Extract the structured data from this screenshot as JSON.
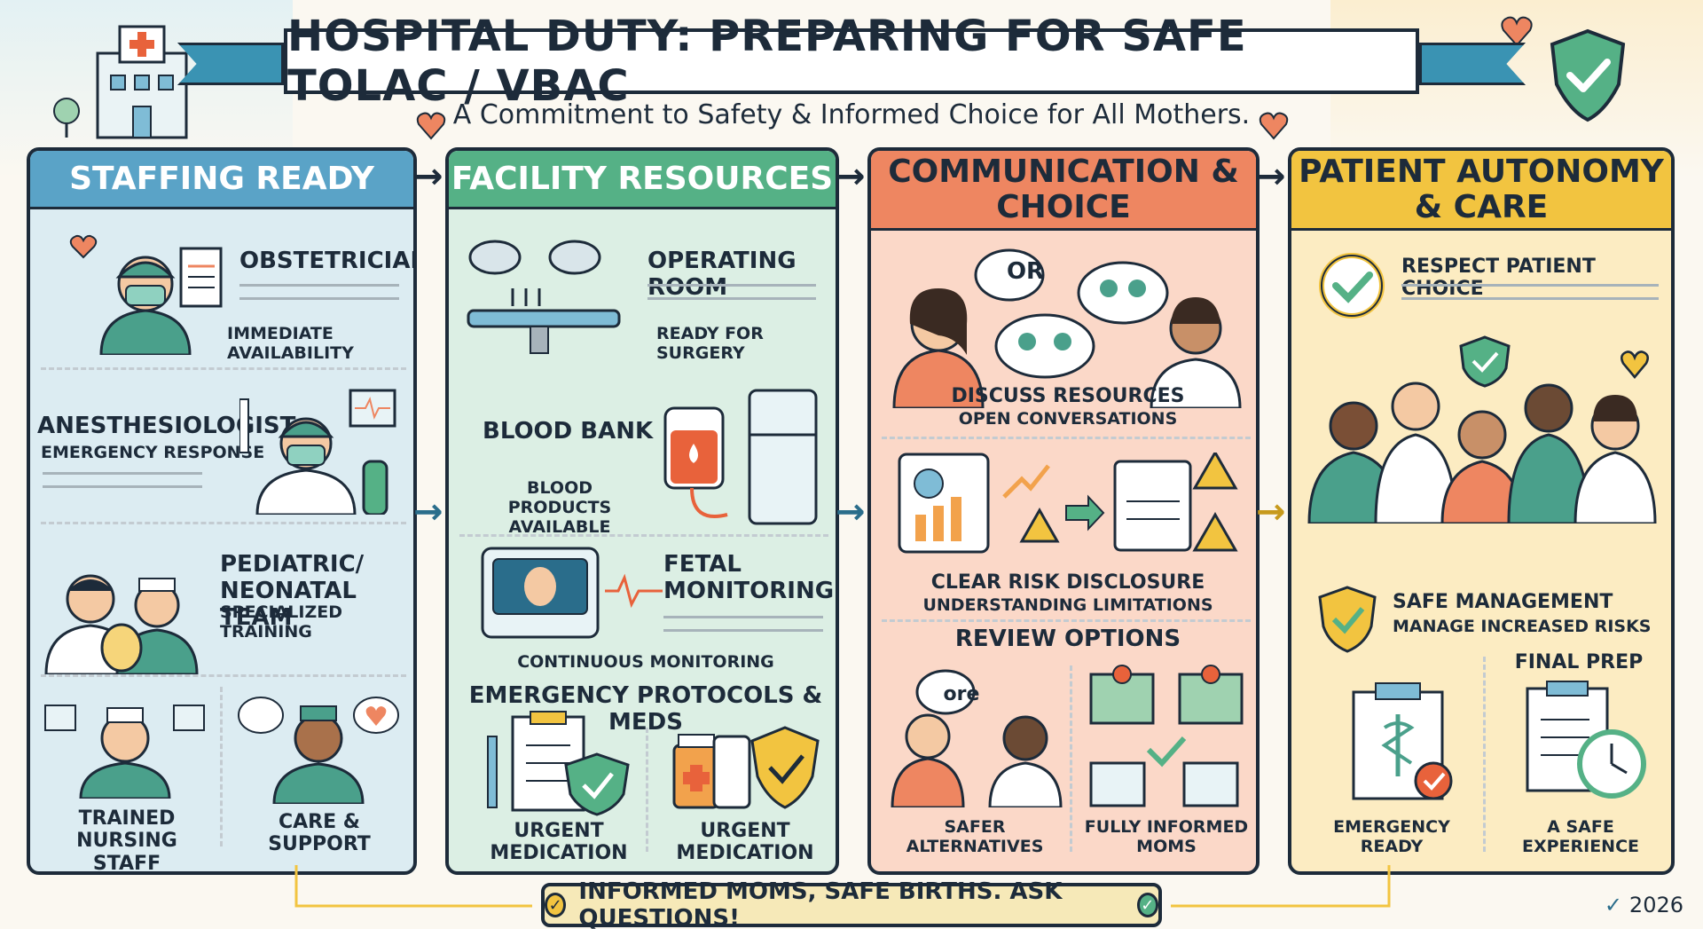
{
  "title": "HOSPITAL DUTY: PREPARING FOR SAFE TOLAC / VBAC",
  "subtitle": "A Commitment to Safety & Informed Choice for All Mothers.",
  "panels": {
    "staffing": {
      "heading": "STAFFING READY",
      "obstetrician": {
        "title": "OBSTETRICIAN",
        "caption": "IMMEDIATE AVAILABILITY"
      },
      "anesthesiologist": {
        "title": "ANESTHESIOLOGIST",
        "caption": "EMERGENCY RESPONSE"
      },
      "pediatric": {
        "title": "PEDIATRIC/ NEONATAL TEAM",
        "caption": "SPECIALIZED TRAINING"
      },
      "nursing": {
        "title": "TRAINED NURSING STAFF"
      },
      "care": {
        "title": "CARE & SUPPORT"
      }
    },
    "facility": {
      "heading": "FACILITY RESOURCES",
      "operating_room": {
        "title": "OPERATING ROOM",
        "caption": "READY FOR SURGERY"
      },
      "blood_bank": {
        "title": "BLOOD BANK",
        "caption": "BLOOD PRODUCTS AVAILABLE"
      },
      "fetal": {
        "title": "FETAL MONITORING",
        "caption": "CONTINUOUS MONITORING"
      },
      "emergency": {
        "title": "EMERGENCY PROTOCOLS & MEDS"
      },
      "urgent_1": "URGENT MEDICATION",
      "urgent_2": "URGENT MEDICATION"
    },
    "communication": {
      "heading": "COMMUNICATION & CHOICE",
      "bubble_or": "OR",
      "bubble_ore": "ore",
      "discuss": {
        "title": "DISCUSS RESOURCES",
        "caption": "OPEN CONVERSATIONS"
      },
      "risk": {
        "title": "CLEAR RISK DISCLOSURE",
        "caption": "UNDERSTANDING LIMITATIONS"
      },
      "review": {
        "title": "REVIEW OPTIONS"
      },
      "safer": "SAFER ALTERNATIVES",
      "informed": "FULLY INFORMED MOMS"
    },
    "autonomy": {
      "heading": "PATIENT AUTONOMY & CARE",
      "respect": "RESPECT PATIENT CHOICE",
      "safe_mgmt": {
        "title": "SAFE MANAGEMENT",
        "caption": "MANAGE INCREASED RISKS"
      },
      "final_prep": "FINAL PREP",
      "emergency_ready": "EMERGENCY READY",
      "safe_experience": "A SAFE EXPERIENCE"
    }
  },
  "footer": "INFORMED MOMS, SAFE BIRTHS. ASK QUESTIONS!",
  "year": "2026",
  "colors": {
    "blue": "#5aa3c7",
    "green": "#55b186",
    "orange": "#ee8661",
    "yellow": "#f2c440",
    "ink": "#1d2b3a"
  }
}
